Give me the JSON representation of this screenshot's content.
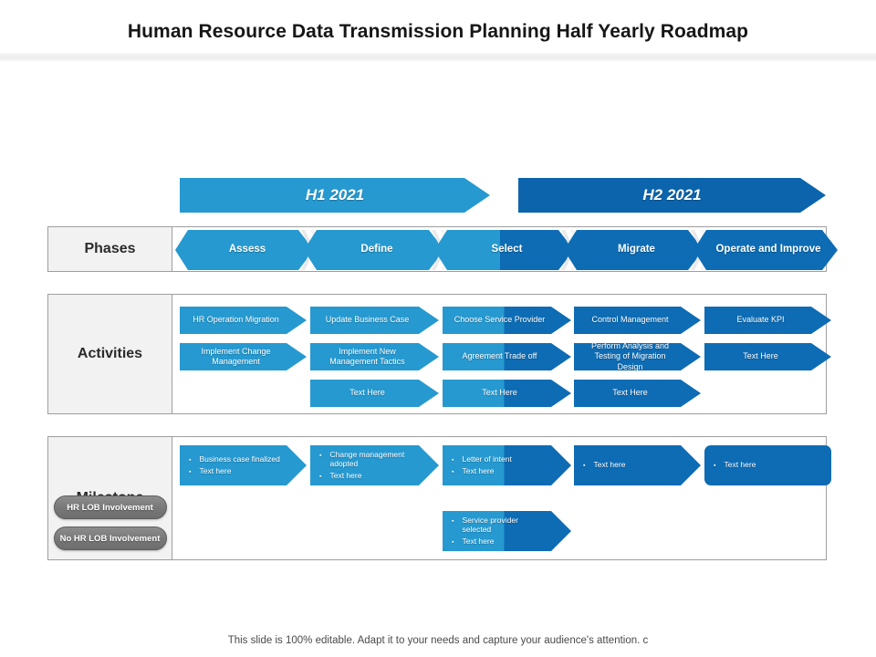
{
  "title": "Human Resource Data Transmission Planning Half Yearly Roadmap",
  "bands": [
    {
      "label": "H1 2021",
      "tone": "light"
    },
    {
      "label": "H2 2021",
      "tone": "dark"
    }
  ],
  "colors": {
    "light_blue": "#2699D0",
    "dark_blue": "#0D6CB4",
    "band_light": "#2699D0",
    "band_dark": "#0B64AC",
    "label_panel": "#F2F2F2",
    "panel_border": "#9E9E9E",
    "pill_gray": "#777777",
    "title_text": "#161616"
  },
  "phases": {
    "label": "Phases",
    "items": [
      {
        "label": "Assess",
        "tone": "light"
      },
      {
        "label": "Define",
        "tone": "light"
      },
      {
        "label": "Select",
        "tone": "split"
      },
      {
        "label": "Migrate",
        "tone": "dark"
      },
      {
        "label": "Operate and Improve",
        "tone": "dark"
      }
    ]
  },
  "activities": {
    "label": "Activities",
    "columns": [
      {
        "tone": "light",
        "items": [
          "HR Operation Migration",
          "Implement Change Management"
        ]
      },
      {
        "tone": "light",
        "items": [
          "Update Business Case",
          "Implement New Management Tactics",
          "Text Here"
        ]
      },
      {
        "tone": "split",
        "items": [
          "Choose Service  Provider",
          "Agreement  Trade off",
          "Text Here"
        ]
      },
      {
        "tone": "dark",
        "items": [
          "Control Management",
          "Perform Analysis and Testing of Migration Design",
          "Text Here"
        ]
      },
      {
        "tone": "dark",
        "items": [
          "Evaluate KPI",
          "Text Here"
        ]
      }
    ]
  },
  "milestone": {
    "label": "Milestone",
    "legend": [
      {
        "label": "HR LOB Involvement"
      },
      {
        "label": "No HR LOB Involvement"
      }
    ],
    "columns": [
      {
        "tone": "light",
        "shape": "arrow",
        "groups": [
          {
            "bullets": [
              "Business case finalized",
              "Text here"
            ]
          }
        ]
      },
      {
        "tone": "light",
        "shape": "arrow",
        "groups": [
          {
            "bullets": [
              "Change management adopted",
              "Text here"
            ]
          }
        ]
      },
      {
        "tone": "split",
        "shape": "arrow",
        "groups": [
          {
            "bullets": [
              "Letter  of intent",
              "Text here"
            ]
          },
          {
            "bullets": [
              "Service  provider selected",
              "Text here"
            ]
          }
        ]
      },
      {
        "tone": "dark",
        "shape": "arrow",
        "groups": [
          {
            "bullets": [
              "Text here"
            ]
          }
        ]
      },
      {
        "tone": "dark",
        "shape": "flat",
        "groups": [
          {
            "bullets": [
              "Text here"
            ]
          }
        ]
      }
    ]
  },
  "footer": "This slide is 100% editable. Adapt it to your needs and capture your audience's attention. c"
}
